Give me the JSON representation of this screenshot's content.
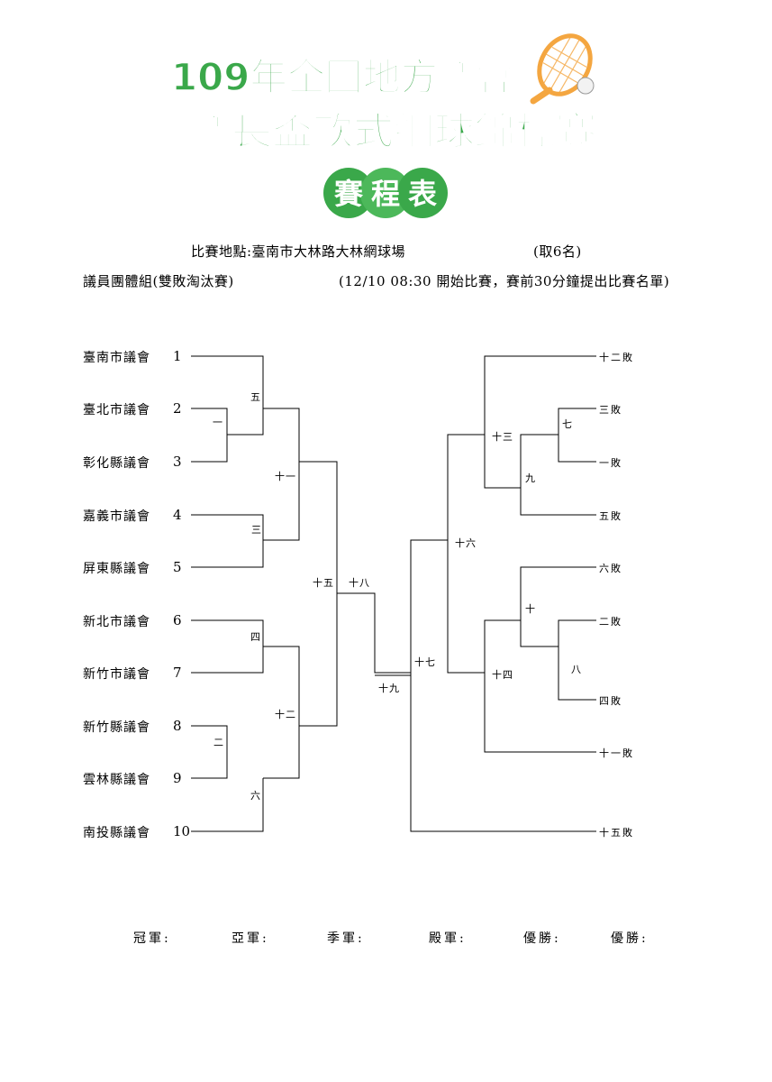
{
  "header": {
    "title_line1": "109年全國地方議會",
    "title_line2": "議長盃軟式網球錦標賽",
    "badge_chars": [
      "賽",
      "程",
      "表"
    ]
  },
  "info": {
    "venue": "比賽地點:臺南市大林路大林網球場",
    "quota": "(取6名)",
    "group": "議員團體組(雙敗淘汰賽)",
    "schedule": "(12/10 08:30 開始比賽，賽前30分鐘提出比賽名單)"
  },
  "teams": [
    {
      "name": "臺南市議會",
      "seed": "1"
    },
    {
      "name": "臺北市議會",
      "seed": "2"
    },
    {
      "name": "彰化縣議會",
      "seed": "3"
    },
    {
      "name": "嘉義市議會",
      "seed": "4"
    },
    {
      "name": "屏東縣議會",
      "seed": "5"
    },
    {
      "name": "新北市議會",
      "seed": "6"
    },
    {
      "name": "新竹市議會",
      "seed": "7"
    },
    {
      "name": "新竹縣議會",
      "seed": "8"
    },
    {
      "name": "雲林縣議會",
      "seed": "9"
    },
    {
      "name": "南投縣議會",
      "seed": "10"
    }
  ],
  "games": {
    "g1": "一",
    "g2": "二",
    "g3": "三",
    "g4": "四",
    "g5": "五",
    "g6": "六",
    "g7": "七",
    "g8": "八",
    "g9": "九",
    "g10": "十",
    "g11": "十一",
    "g12": "十二",
    "g13": "十三",
    "g14": "十四",
    "g15": "十五",
    "g16": "十六",
    "g17": "十七",
    "g18": "十八",
    "g19": "十九"
  },
  "losers": [
    "十二敗",
    "三敗",
    "一敗",
    "五敗",
    "六敗",
    "二敗",
    "四敗",
    "十一敗",
    "十五敗"
  ],
  "awards": [
    "冠軍:",
    "亞軍:",
    "季軍:",
    "殿軍:",
    "優勝:",
    "優勝:"
  ],
  "colors": {
    "title_green": "#3aa84a",
    "title_light": "#7ed36a",
    "racket": "#f4a640",
    "line": "#000000"
  }
}
